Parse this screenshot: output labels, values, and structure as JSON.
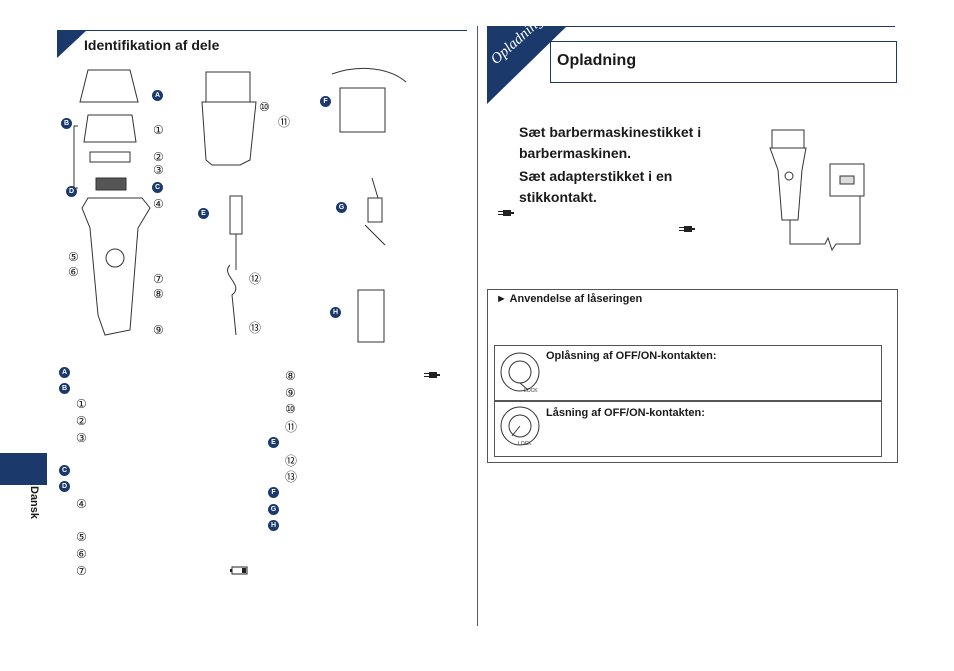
{
  "left": {
    "section_title": "Identifikation af dele",
    "side_label": "Dansk",
    "parts": [
      {
        "id": "A",
        "label": "A"
      },
      {
        "id": "B",
        "label": "B"
      },
      {
        "id": "C",
        "label": "C"
      },
      {
        "id": "D",
        "label": "D"
      },
      {
        "id": "E",
        "label": "E"
      },
      {
        "id": "F",
        "label": "F"
      },
      {
        "id": "G",
        "label": "G"
      },
      {
        "id": "H",
        "label": "H"
      }
    ],
    "numbers": [
      "①",
      "②",
      "③",
      "④",
      "⑤",
      "⑥",
      "⑦",
      "⑧",
      "⑨",
      "⑩",
      "⑪",
      "⑫",
      "⑬"
    ]
  },
  "right": {
    "tab_label": "Opladning",
    "title": "Opladning",
    "step1": "Sæt barbermaskinestikket i barbermaskinen.",
    "step2": "Sæt adapterstikket i en stikkontakt.",
    "lock": {
      "heading": "► Anvendelse af låseringen",
      "unlock_title": "Oplåsning af OFF/ON-kontakten:",
      "lock_title": "Låsning af OFF/ON-kontakten:",
      "lock_word": "LOCK"
    }
  },
  "colors": {
    "accent": "#1b3a6b"
  }
}
